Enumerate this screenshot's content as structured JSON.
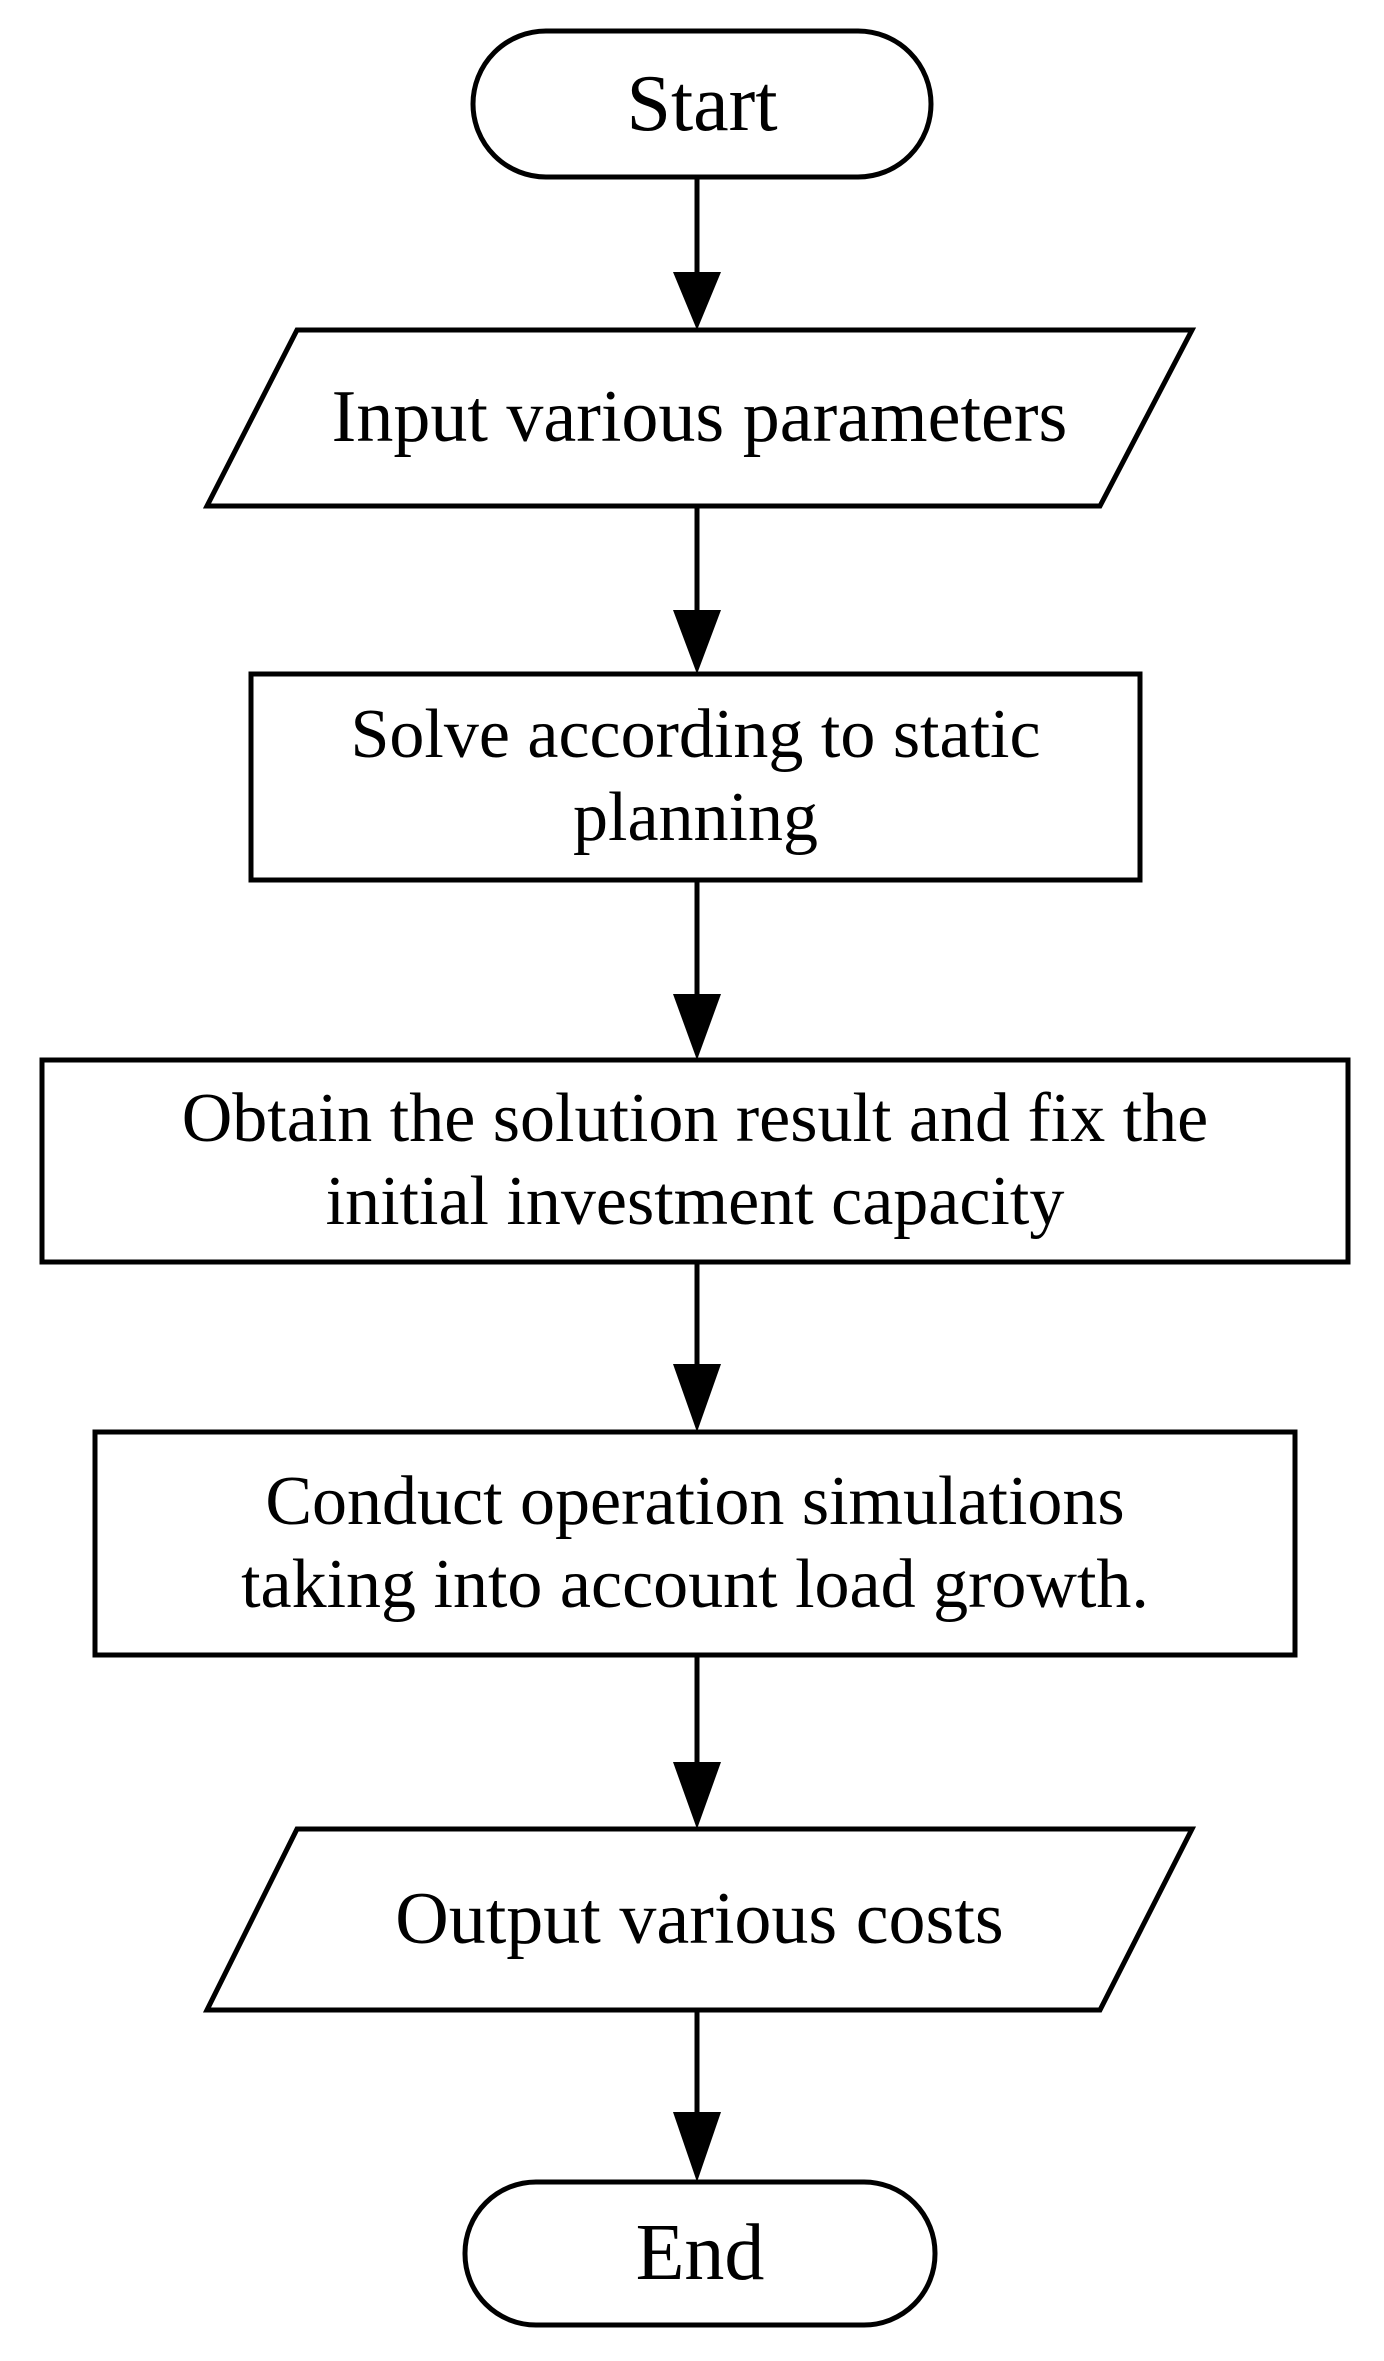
{
  "diagram": {
    "type": "flowchart",
    "orientation": "top-to-bottom",
    "background_color": "#FFFFFF",
    "line_color": "#000000",
    "text_color": "#000000",
    "nodes": [
      {
        "id": "start",
        "shape": "terminator",
        "label": "Start"
      },
      {
        "id": "input-parameters",
        "shape": "parallelogram",
        "label": "Input various parameters"
      },
      {
        "id": "solve-static-planning",
        "shape": "rectangle",
        "label": "Solve according to static\nplanning"
      },
      {
        "id": "obtain-solution-result",
        "shape": "rectangle",
        "label": "Obtain the solution result and fix the\ninitial investment capacity"
      },
      {
        "id": "conduct-operation-simulations",
        "shape": "rectangle",
        "label": "Conduct operation simulations\ntaking into account load growth."
      },
      {
        "id": "output-costs",
        "shape": "parallelogram",
        "label": "Output various costs"
      },
      {
        "id": "end",
        "shape": "terminator",
        "label": "End"
      }
    ],
    "edges": [
      {
        "id": "edge-1",
        "from": "start",
        "to": "input-parameters",
        "arrow": "down"
      },
      {
        "id": "edge-2",
        "from": "input-parameters",
        "to": "solve-static-planning",
        "arrow": "down"
      },
      {
        "id": "edge-3",
        "from": "solve-static-planning",
        "to": "obtain-solution-result",
        "arrow": "down"
      },
      {
        "id": "edge-4",
        "from": "obtain-solution-result",
        "to": "conduct-operation-simulations",
        "arrow": "down"
      },
      {
        "id": "edge-5",
        "from": "conduct-operation-simulations",
        "to": "output-costs",
        "arrow": "down"
      },
      {
        "id": "edge-6",
        "from": "output-costs",
        "to": "end",
        "arrow": "down"
      }
    ]
  }
}
